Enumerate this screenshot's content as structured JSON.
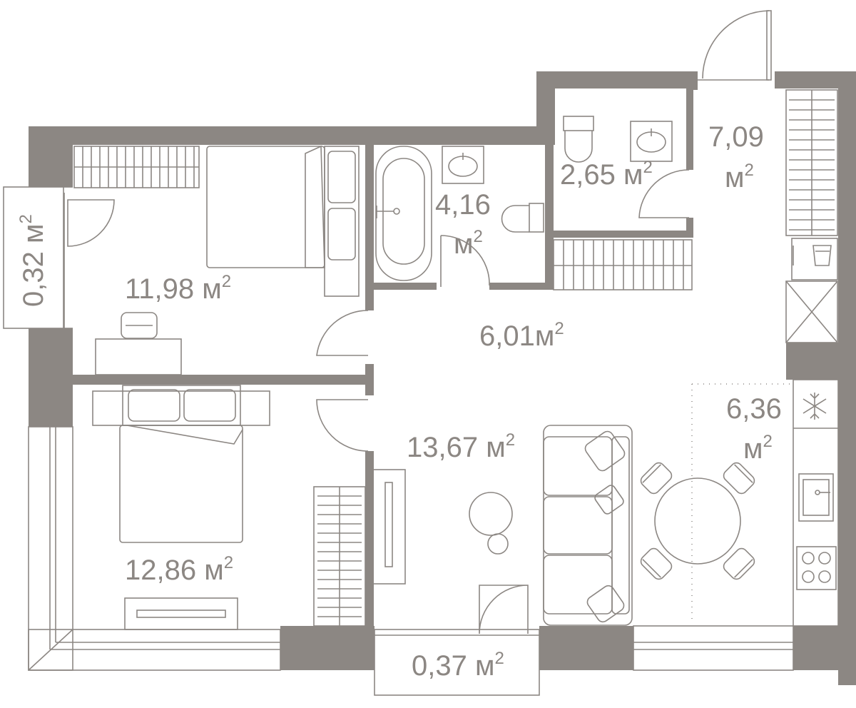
{
  "colors": {
    "wall": "#8c8783",
    "line": "#8c8783",
    "background": "#ffffff"
  },
  "rooms": {
    "bedroom_1": {
      "area": "11,98 м",
      "sup": "2"
    },
    "bedroom_2": {
      "area": "12,86 м",
      "sup": "2"
    },
    "bathroom": {
      "area": "4,16",
      "unit": "м",
      "sup": "2"
    },
    "wc": {
      "area": "2,65 м",
      "sup": "2"
    },
    "entrance": {
      "area": "7,09",
      "unit": "м",
      "sup": "2"
    },
    "hall": {
      "area": "6,01м",
      "sup": "2"
    },
    "living": {
      "area": "13,67 м",
      "sup": "2"
    },
    "kitchen": {
      "area": "6,36",
      "unit": "м",
      "sup": "2"
    },
    "balcony_west": {
      "area": "0,32 м",
      "sup": "2"
    },
    "balcony_south": {
      "area": "0,37 м",
      "sup": "2"
    }
  },
  "icons": [
    "snowflake-icon",
    "sink-icon",
    "stove-icon",
    "toilet-icon",
    "bathtub-icon",
    "bed-icon",
    "sofa-icon",
    "table-icon",
    "chair-icon",
    "wardrobe-icon",
    "door-icon"
  ]
}
